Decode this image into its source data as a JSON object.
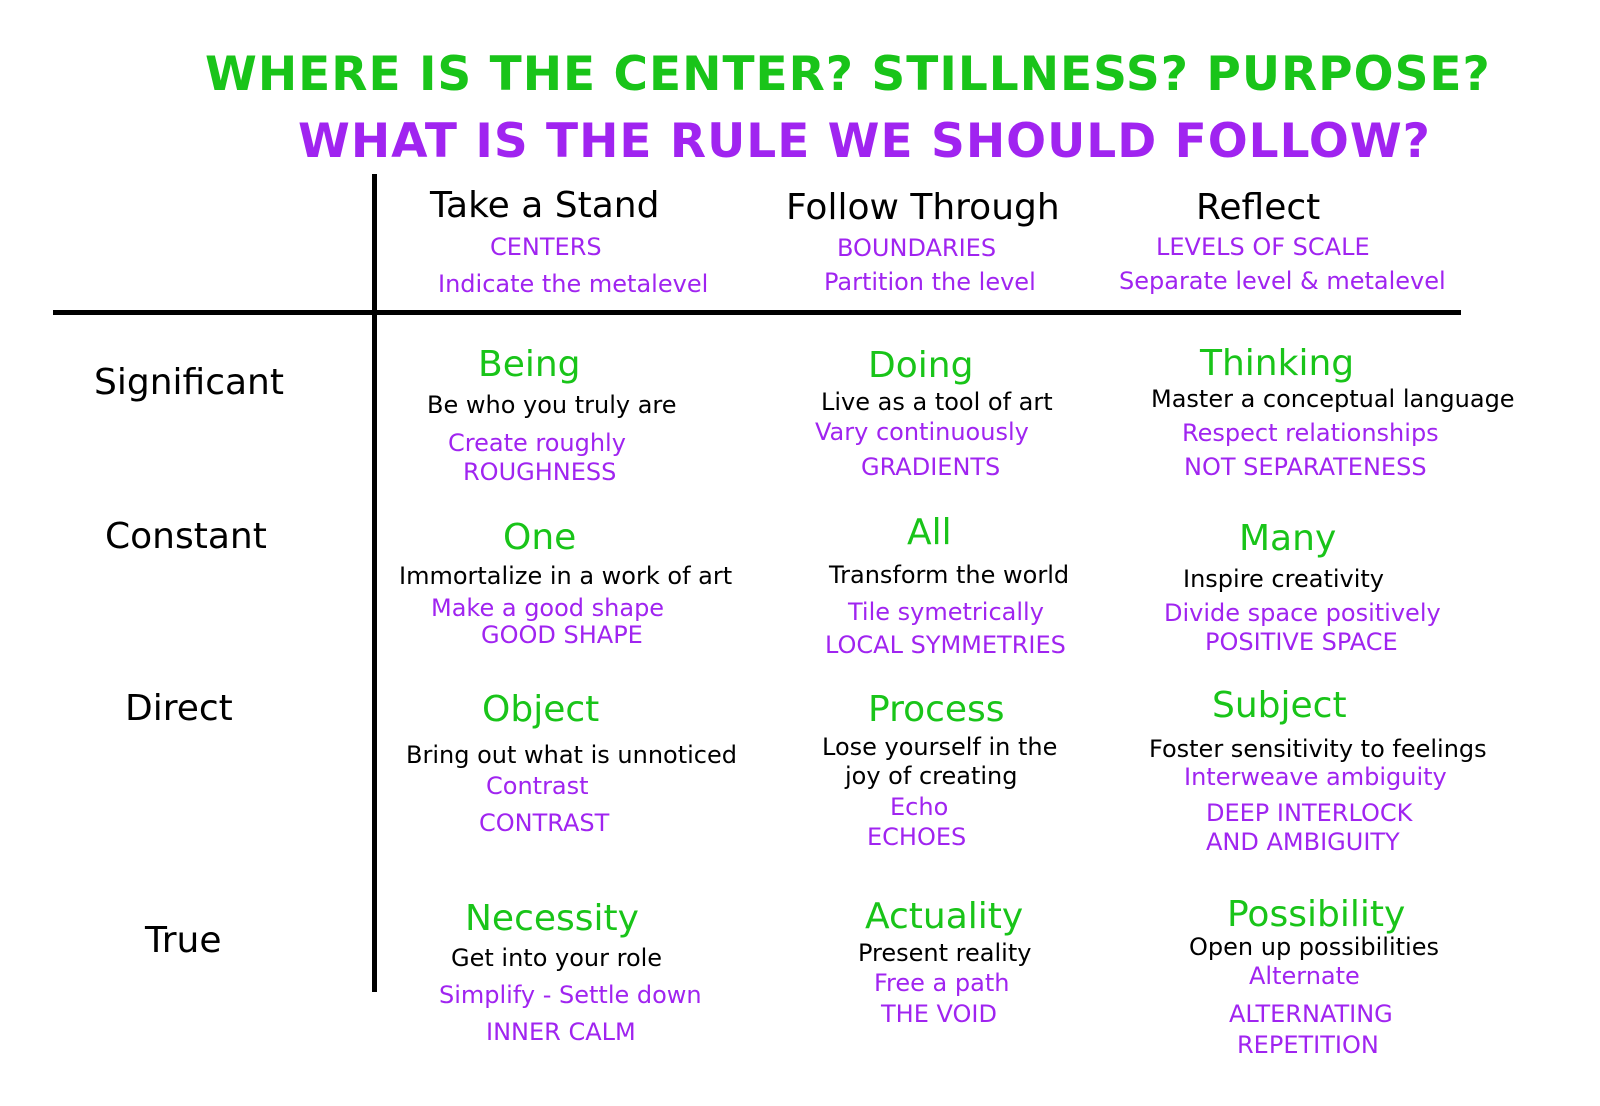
{
  "title": {
    "line1": "WHERE IS THE CENTER?  STILLNESS?  PURPOSE?",
    "line2": "WHAT IS THE RULE WE SHOULD FOLLOW?"
  },
  "columns": [
    {
      "name": "Take a Stand",
      "sub1": "CENTERS",
      "sub2": "Indicate the metalevel"
    },
    {
      "name": "Follow Through",
      "sub1": "BOUNDARIES",
      "sub2": "Partition the level"
    },
    {
      "name": "Reflect",
      "sub1": "LEVELS OF SCALE",
      "sub2": "Separate level & metalevel"
    }
  ],
  "rows": [
    "Significant",
    "Constant",
    "Direct",
    "True"
  ],
  "cells": [
    [
      {
        "cat": "Being",
        "desc": [
          "Be who you truly are"
        ],
        "p": [
          "Create roughly",
          "ROUGHNESS"
        ]
      },
      {
        "cat": "Doing",
        "desc": [
          "Live as a tool of art"
        ],
        "p": [
          "Vary continuously",
          "GRADIENTS"
        ]
      },
      {
        "cat": "Thinking",
        "desc": [
          "Master a conceptual language"
        ],
        "p": [
          "Respect relationships",
          "NOT SEPARATENESS"
        ]
      }
    ],
    [
      {
        "cat": "One",
        "desc": [
          "Immortalize in a work of art"
        ],
        "p": [
          "Make a good shape",
          "GOOD SHAPE"
        ]
      },
      {
        "cat": "All",
        "desc": [
          "Transform the world"
        ],
        "p": [
          "Tile symetrically",
          "LOCAL SYMMETRIES"
        ]
      },
      {
        "cat": "Many",
        "desc": [
          "Inspire creativity"
        ],
        "p": [
          "Divide space positively",
          "POSITIVE SPACE"
        ]
      }
    ],
    [
      {
        "cat": "Object",
        "desc": [
          "Bring out what is unnoticed"
        ],
        "p": [
          "Contrast",
          "CONTRAST"
        ]
      },
      {
        "cat": "Process",
        "desc": [
          "Lose yourself in the",
          "joy of creating"
        ],
        "p": [
          "Echo",
          "ECHOES"
        ]
      },
      {
        "cat": "Subject",
        "desc": [
          "Foster sensitivity to feelings"
        ],
        "p": [
          "Interweave ambiguity",
          "DEEP INTERLOCK",
          "AND AMBIGUITY"
        ]
      }
    ],
    [
      {
        "cat": "Necessity",
        "desc": [
          "Get into your role"
        ],
        "p": [
          "Simplify - Settle down",
          "INNER CALM"
        ]
      },
      {
        "cat": "Actuality",
        "desc": [
          "Present reality"
        ],
        "p": [
          "Free a path",
          "THE VOID"
        ]
      },
      {
        "cat": "Possibility",
        "desc": [
          "Open up possibilities"
        ],
        "p": [
          "Alternate",
          "ALTERNATING",
          "REPETITION"
        ]
      }
    ]
  ]
}
